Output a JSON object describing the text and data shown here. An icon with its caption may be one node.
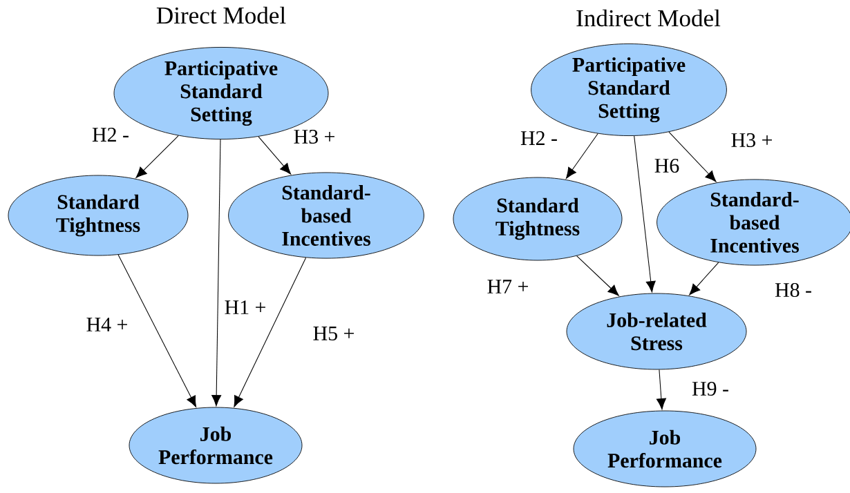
{
  "diagram": {
    "nodes": [
      {
        "text": [
          "Participative Standard Setting"
        ]
      },
      {
        "text": [
          "Standard Tightness"
        ]
      },
      {
        "text": [
          "Standard-based Incentives"
        ]
      },
      {
        "text": [
          "Job Performance"
        ]
      },
      {
        "text": [
          "Participative Standard Setting"
        ]
      },
      {
        "text": [
          "Standard Tightness"
        ]
      },
      {
        "text": [
          "Standard-based Incentives"
        ]
      },
      {
        "text": [
          "Job-related Stress"
        ]
      },
      {
        "text": [
          "Job Performance"
        ]
      }
    ],
    "edges": [
      {
        "from": 0,
        "to": 1,
        "arrow": "to",
        "label": "H2 -"
      },
      {
        "from": 0,
        "to": 2,
        "arrow": "to",
        "label": "H3 +"
      },
      {
        "from": 0,
        "to": 3,
        "arrow": "to",
        "label": "H1 +"
      },
      {
        "from": 1,
        "to": 3,
        "arrow": "to",
        "label": "H4 +"
      },
      {
        "from": 2,
        "to": 3,
        "arrow": "to",
        "label": "H5 +"
      },
      {
        "from": 4,
        "to": 5,
        "arrow": "to",
        "label": "H2 -"
      },
      {
        "from": 4,
        "to": 6,
        "arrow": "to",
        "label": "H3 +"
      },
      {
        "from": 4,
        "to": 7,
        "arrow": "to",
        "label": "H6"
      },
      {
        "from": 5,
        "to": 7,
        "arrow": "to",
        "label": "H7 +"
      },
      {
        "from": 6,
        "to": 7,
        "arrow": "to",
        "label": "H8 -"
      },
      {
        "from": 7,
        "to": 8,
        "arrow": "to",
        "label": "H9 -"
      }
    ],
    "labels": [
      "Direct Model",
      "Indirect Model"
    ]
  }
}
